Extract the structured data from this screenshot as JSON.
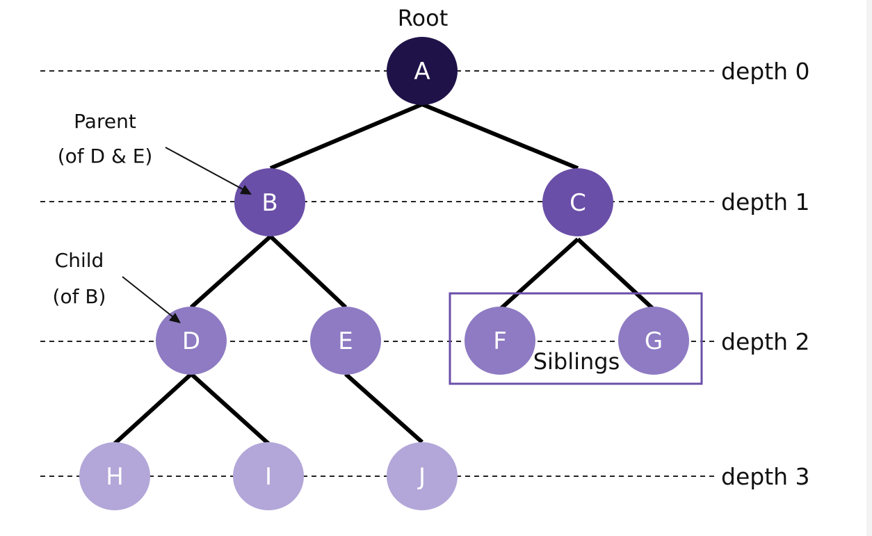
{
  "labels": {
    "root": "Root",
    "parent_line1": "Parent",
    "parent_line2": "(of D & E)",
    "child_line1": "Child",
    "child_line2": "(of B)",
    "siblings": "Siblings"
  },
  "depths": [
    "depth 0",
    "depth 1",
    "depth 2",
    "depth 3"
  ],
  "nodes": [
    "A",
    "B",
    "C",
    "D",
    "E",
    "F",
    "G",
    "H",
    "I",
    "J"
  ],
  "colors": {
    "depth0": "#1f1248",
    "depth1": "#6a4fa8",
    "depth2": "#8e7bc3",
    "depth3": "#b3a6d8",
    "siblings_box": "#6a4fa8",
    "edges": "#000000"
  }
}
